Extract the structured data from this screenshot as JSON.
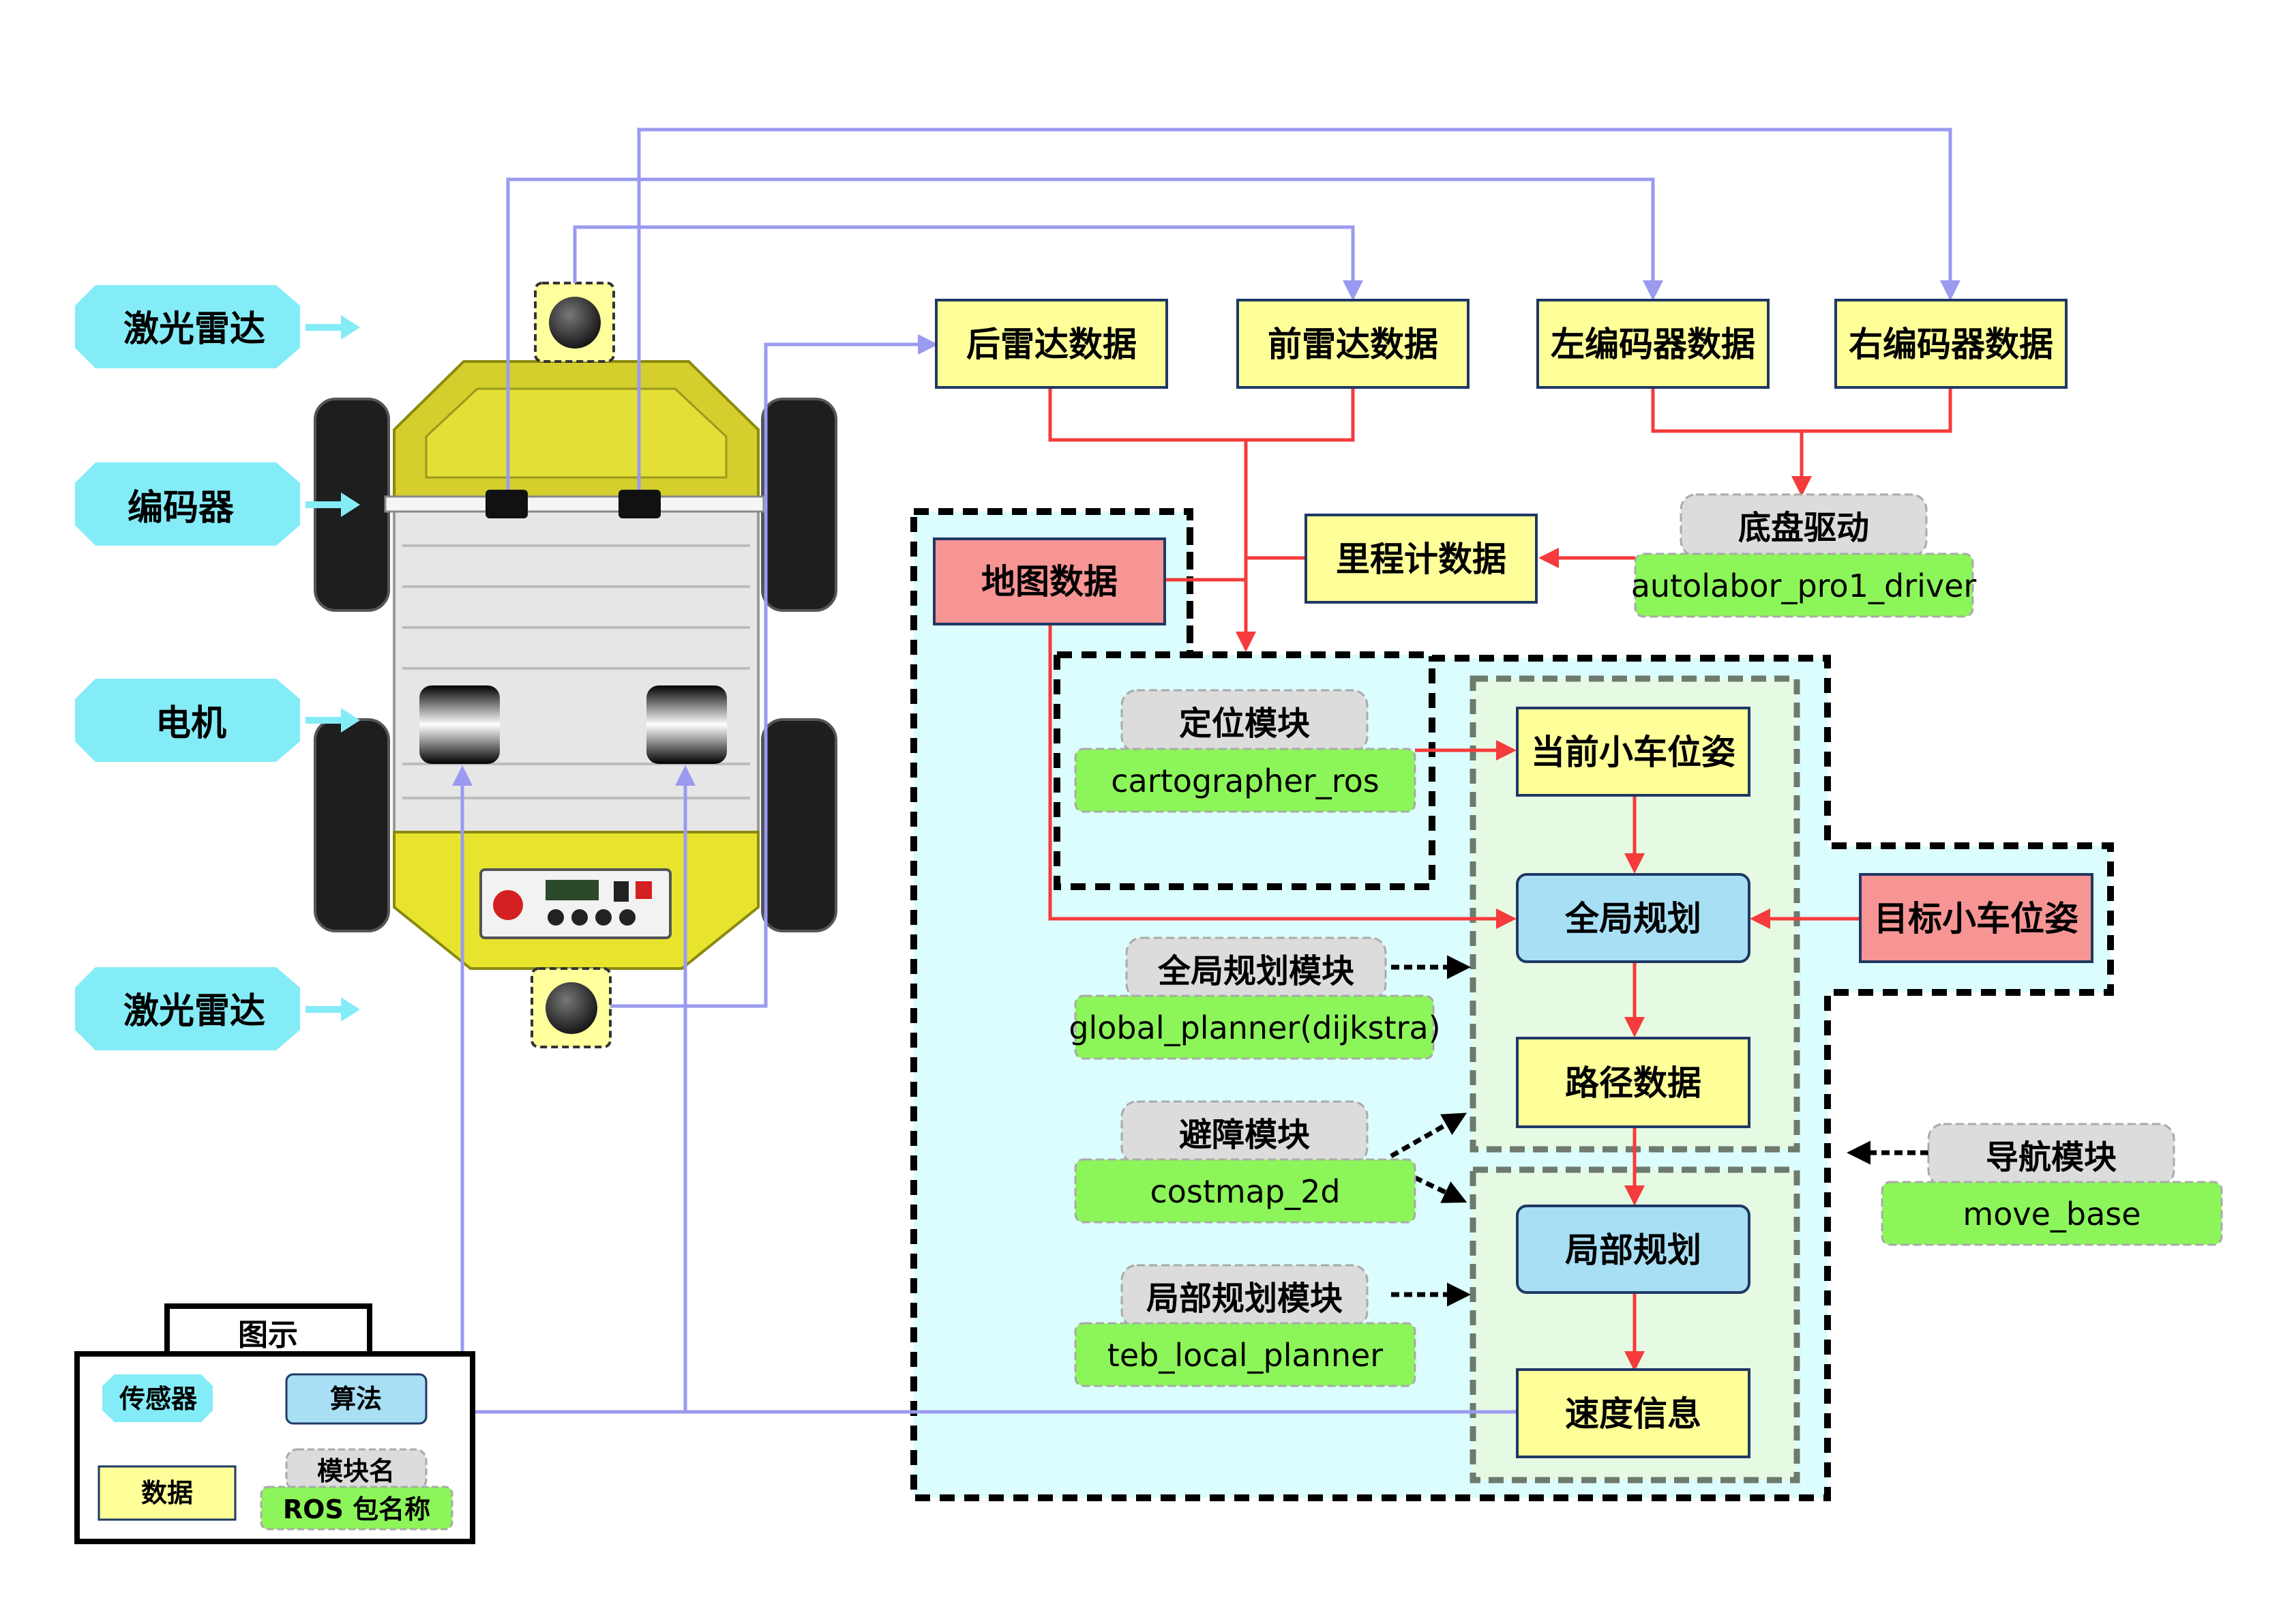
{
  "sensors": {
    "lidar_top": "激光雷达",
    "encoder": "编码器",
    "motor": "电机",
    "lidar_bottom": "激光雷达"
  },
  "data_boxes": {
    "rear_lidar": "后雷达数据",
    "front_lidar": "前雷达数据",
    "left_encoder": "左编码器数据",
    "right_encoder": "右编码器数据",
    "odometry": "里程计数据",
    "map": "地图数据",
    "current_pose": "当前小车位姿",
    "global_plan": "全局规划",
    "target_pose": "目标小车位姿",
    "path": "路径数据",
    "local_plan": "局部规划",
    "velocity": "速度信息"
  },
  "modules": {
    "chassis": {
      "name": "底盘驱动",
      "pkg": "autolabor_pro1_driver"
    },
    "localization": {
      "name": "定位模块",
      "pkg": "cartographer_ros"
    },
    "global_planner": {
      "name": "全局规划模块",
      "pkg": "global_planner(dijkstra)"
    },
    "obstacle": {
      "name": "避障模块",
      "pkg": "costmap_2d"
    },
    "local_planner": {
      "name": "局部规划模块",
      "pkg": "teb_local_planner"
    },
    "navigation": {
      "name": "导航模块",
      "pkg": "move_base"
    }
  },
  "legend": {
    "title": "图示",
    "sensor": "传感器",
    "algorithm": "算法",
    "data": "数据",
    "module_name": "模块名",
    "ros_pkg": "ROS 包名称"
  },
  "colors": {
    "sensor": "#84ecf7",
    "data": "#ffff99",
    "algorithm": "#a8dff5",
    "red_box": "#f79494",
    "module_gray": "#dcdcdc",
    "ros_green": "#8cf55a",
    "blue_line": "#9a9af0",
    "red_line": "#f53b3b",
    "zone_cyan": "#dcfdfd",
    "zone_green": "#e6fae3"
  }
}
